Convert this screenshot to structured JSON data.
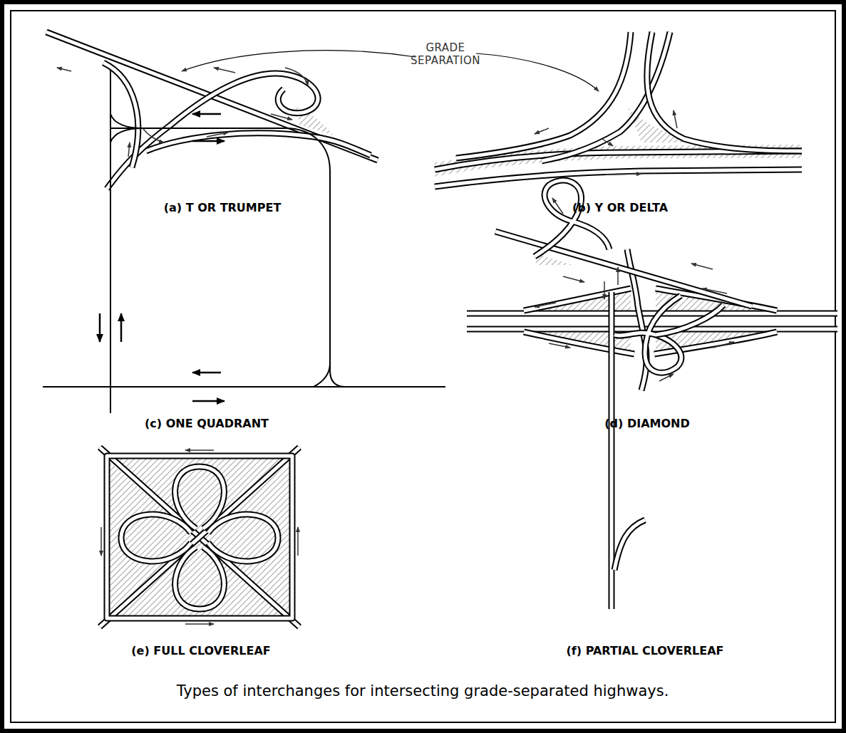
{
  "diagram": {
    "caption": "Types of interchanges for intersecting grade-separated highways.",
    "labels": [
      "GRADE SEPARATION",
      "(a) T OR TRUMPET",
      "(b) Y OR DELTA",
      "(c) ONE QUADRANT",
      "(d) DIAMOND",
      "(e) FULL CLOVERLEAF",
      "(f) PARTIAL CLOVERLEAF"
    ]
  }
}
